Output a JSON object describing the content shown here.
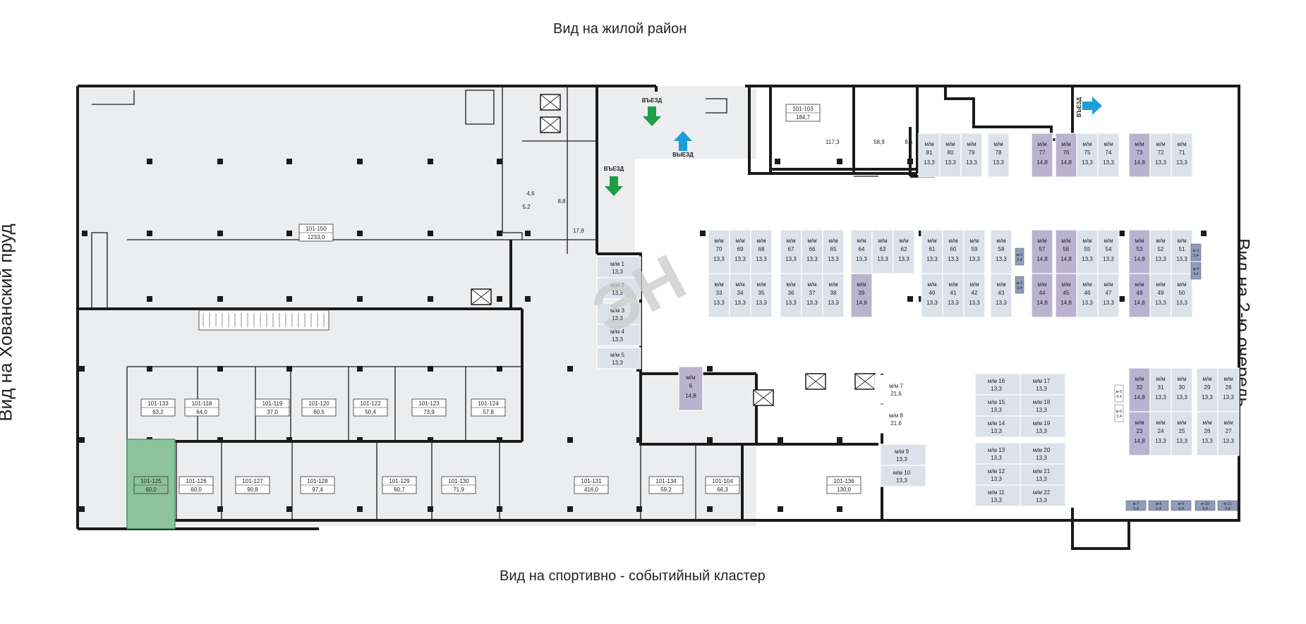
{
  "views": {
    "top": "Вид на жилой район",
    "bottom": "Вид на спортивно - событийный кластер",
    "left": "Вид на Хованский пруд",
    "right": "Вид на 2-ю очередь"
  },
  "colors": {
    "floor": "#ecedef",
    "wall": "#1a1a1a",
    "parking_standard": "#dde1ea",
    "parking_large": "#b9b3cf",
    "parking_small": "#8f9cbb",
    "selected": "#8cc39a",
    "arrow_in": "#1e9e46",
    "arrow_out": "#1e9ed9"
  },
  "commercial_units": [
    {
      "id": "101-150",
      "area": "1233,0"
    },
    {
      "id": "101-103",
      "area": "184,7"
    },
    {
      "id": "101-133",
      "area": "63,2"
    },
    {
      "id": "101-118",
      "area": "64,0"
    },
    {
      "id": "101-119",
      "area": "37,0"
    },
    {
      "id": "101-120",
      "area": "60,5"
    },
    {
      "id": "101-122",
      "area": "50,4"
    },
    {
      "id": "101-123",
      "area": "73,9"
    },
    {
      "id": "101-124",
      "area": "57,8"
    },
    {
      "id": "101-125",
      "area": "60,0",
      "selected": true
    },
    {
      "id": "101-126",
      "area": "60,0"
    },
    {
      "id": "101-127",
      "area": "90,8"
    },
    {
      "id": "101-128",
      "area": "97,4"
    },
    {
      "id": "101-129",
      "area": "60,7"
    },
    {
      "id": "101-130",
      "area": "71,9"
    },
    {
      "id": "101-131",
      "area": "416,0"
    },
    {
      "id": "101-134",
      "area": "59,2"
    },
    {
      "id": "101-104",
      "area": "66,3"
    },
    {
      "id": "101-136",
      "area": "130,0"
    }
  ],
  "plain_areas": [
    "117,3",
    "58,9",
    "8,5",
    "4,6",
    "5,2",
    "8,8",
    "17,8"
  ],
  "entry_labels": [
    "ВЪЕЗД",
    "ВЪЕЗД",
    "ВЫЕЗД",
    "ВЪЕЗД"
  ],
  "parking_prefix": "м/м",
  "parking_spots": [
    {
      "n": "81",
      "a": "13,3",
      "t": "std"
    },
    {
      "n": "80",
      "a": "13,3",
      "t": "std"
    },
    {
      "n": "79",
      "a": "13,3",
      "t": "std"
    },
    {
      "n": "78",
      "a": "13,3",
      "t": "std"
    },
    {
      "n": "77",
      "a": "14,8",
      "t": "large"
    },
    {
      "n": "76",
      "a": "14,8",
      "t": "large"
    },
    {
      "n": "75",
      "a": "13,3",
      "t": "std"
    },
    {
      "n": "74",
      "a": "13,3",
      "t": "std"
    },
    {
      "n": "73",
      "a": "14,8",
      "t": "large"
    },
    {
      "n": "72",
      "a": "13,3",
      "t": "std"
    },
    {
      "n": "71",
      "a": "13,3",
      "t": "std"
    },
    {
      "n": "70",
      "a": "13,3",
      "t": "std"
    },
    {
      "n": "69",
      "a": "13,3",
      "t": "std"
    },
    {
      "n": "68",
      "a": "13,3",
      "t": "std"
    },
    {
      "n": "67",
      "a": "13,3",
      "t": "std"
    },
    {
      "n": "66",
      "a": "13,3",
      "t": "std"
    },
    {
      "n": "65",
      "a": "13,3",
      "t": "std"
    },
    {
      "n": "64",
      "a": "13,3",
      "t": "std"
    },
    {
      "n": "63",
      "a": "13,3",
      "t": "std"
    },
    {
      "n": "62",
      "a": "13,3",
      "t": "std"
    },
    {
      "n": "61",
      "a": "13,3",
      "t": "std"
    },
    {
      "n": "60",
      "a": "13,3",
      "t": "std"
    },
    {
      "n": "59",
      "a": "13,3",
      "t": "std"
    },
    {
      "n": "58",
      "a": "13,3",
      "t": "std"
    },
    {
      "n": "57",
      "a": "14,8",
      "t": "large"
    },
    {
      "n": "56",
      "a": "14,8",
      "t": "large"
    },
    {
      "n": "55",
      "a": "13,3",
      "t": "std"
    },
    {
      "n": "54",
      "a": "13,3",
      "t": "std"
    },
    {
      "n": "53",
      "a": "14,8",
      "t": "large"
    },
    {
      "n": "52",
      "a": "13,3",
      "t": "std"
    },
    {
      "n": "51",
      "a": "13,3",
      "t": "std"
    },
    {
      "n": "33",
      "a": "13,3",
      "t": "std"
    },
    {
      "n": "34",
      "a": "13,3",
      "t": "std"
    },
    {
      "n": "35",
      "a": "13,3",
      "t": "std"
    },
    {
      "n": "36",
      "a": "13,3",
      "t": "std"
    },
    {
      "n": "37",
      "a": "13,3",
      "t": "std"
    },
    {
      "n": "38",
      "a": "13,3",
      "t": "std"
    },
    {
      "n": "39",
      "a": "14,8",
      "t": "large"
    },
    {
      "n": "40",
      "a": "13,3",
      "t": "std"
    },
    {
      "n": "41",
      "a": "13,3",
      "t": "std"
    },
    {
      "n": "42",
      "a": "13,3",
      "t": "std"
    },
    {
      "n": "43",
      "a": "13,3",
      "t": "std"
    },
    {
      "n": "44",
      "a": "14,8",
      "t": "large"
    },
    {
      "n": "45",
      "a": "14,8",
      "t": "large"
    },
    {
      "n": "46",
      "a": "13,3",
      "t": "std"
    },
    {
      "n": "47",
      "a": "13,3",
      "t": "std"
    },
    {
      "n": "48",
      "a": "14,8",
      "t": "large"
    },
    {
      "n": "49",
      "a": "13,3",
      "t": "std"
    },
    {
      "n": "50",
      "a": "13,3",
      "t": "std"
    },
    {
      "n": "1",
      "a": "13,3",
      "t": "std"
    },
    {
      "n": "2",
      "a": "13,3",
      "t": "std"
    },
    {
      "n": "3",
      "a": "13,3",
      "t": "std"
    },
    {
      "n": "4",
      "a": "13,3",
      "t": "std"
    },
    {
      "n": "5",
      "a": "13,3",
      "t": "std"
    },
    {
      "n": "6",
      "a": "14,8",
      "t": "large"
    },
    {
      "n": "7",
      "a": "21,6",
      "t": "white"
    },
    {
      "n": "8",
      "a": "21,6",
      "t": "white"
    },
    {
      "n": "9",
      "a": "13,3",
      "t": "std"
    },
    {
      "n": "10",
      "a": "13,3",
      "t": "std"
    },
    {
      "n": "16",
      "a": "13,3",
      "t": "std"
    },
    {
      "n": "17",
      "a": "13,3",
      "t": "std"
    },
    {
      "n": "15",
      "a": "13,3",
      "t": "std"
    },
    {
      "n": "18",
      "a": "13,3",
      "t": "std"
    },
    {
      "n": "14",
      "a": "13,3",
      "t": "std"
    },
    {
      "n": "19",
      "a": "13,3",
      "t": "std"
    },
    {
      "n": "13",
      "a": "13,3",
      "t": "std"
    },
    {
      "n": "20",
      "a": "13,3",
      "t": "std"
    },
    {
      "n": "12",
      "a": "13,3",
      "t": "std"
    },
    {
      "n": "21",
      "a": "13,3",
      "t": "std"
    },
    {
      "n": "11",
      "a": "13,3",
      "t": "std"
    },
    {
      "n": "22",
      "a": "13,3",
      "t": "std"
    },
    {
      "n": "32",
      "a": "14,8",
      "t": "large"
    },
    {
      "n": "31",
      "a": "13,3",
      "t": "std"
    },
    {
      "n": "30",
      "a": "13,3",
      "t": "std"
    },
    {
      "n": "29",
      "a": "13,3",
      "t": "std"
    },
    {
      "n": "28",
      "a": "13,3",
      "t": "std"
    },
    {
      "n": "23",
      "a": "14,8",
      "t": "large"
    },
    {
      "n": "24",
      "a": "13,3",
      "t": "std"
    },
    {
      "n": "25",
      "a": "13,3",
      "t": "std"
    },
    {
      "n": "26",
      "a": "13,3",
      "t": "std"
    },
    {
      "n": "27",
      "a": "13,3",
      "t": "std"
    }
  ],
  "small_storage": [
    {
      "n": "м-1",
      "a": "3,4"
    },
    {
      "n": "м-2",
      "a": "3,4"
    },
    {
      "n": "м-3",
      "a": "3,4"
    },
    {
      "n": "м-4",
      "a": "3,4"
    },
    {
      "n": "м-5",
      "a": "3,4"
    },
    {
      "n": "м-6",
      "a": "3,4"
    },
    {
      "n": "м-7",
      "a": "3,4"
    },
    {
      "n": "м-8",
      "a": "3,4"
    },
    {
      "n": "м-9",
      "a": "3,4"
    },
    {
      "n": "м-10",
      "a": "3,4"
    },
    {
      "n": "м-11",
      "a": "3,4"
    }
  ],
  "watermark": "ЭН"
}
